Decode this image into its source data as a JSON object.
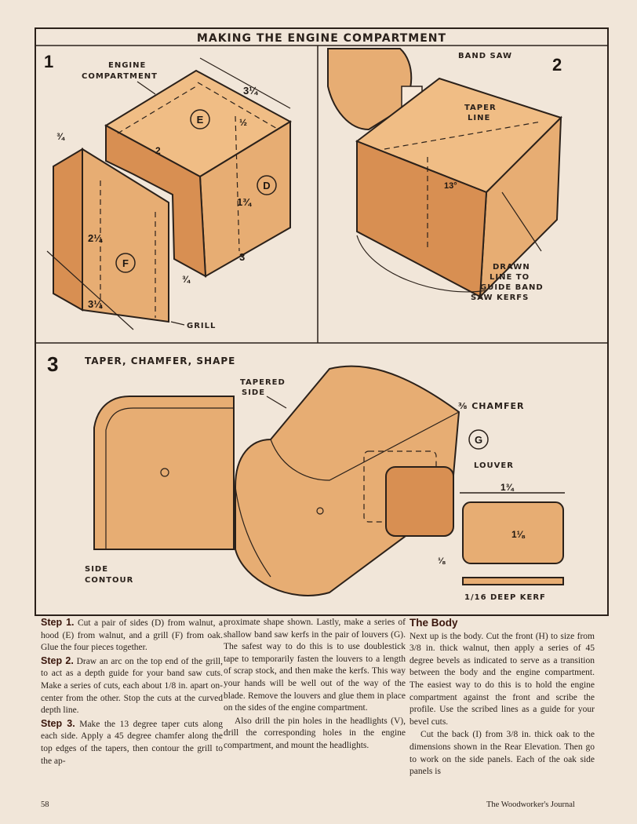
{
  "figure": {
    "title": "MAKING THE ENGINE COMPARTMENT",
    "panel1": {
      "number": "1",
      "labels": {
        "engine": "ENGINE",
        "compartment": "COMPARTMENT",
        "grill": "GRILL"
      },
      "parts": {
        "e": "E",
        "d": "D",
        "f": "F"
      },
      "dims": {
        "d_3_25_top": "3¼",
        "d_half": "½",
        "d_2": "2",
        "d_1_75": "1¾",
        "d_3": "3",
        "d_0_75_bottom": "¾",
        "d_0_75_top": "¾",
        "d_2_25": "2¼",
        "d_3_25_side": "3¼"
      }
    },
    "panel2": {
      "number": "2",
      "labels": {
        "band_saw": "BAND SAW",
        "taper": "TAPER",
        "line": "LINE",
        "angle": "13°",
        "drawn_1": "DRAWN",
        "drawn_2": "LINE TO",
        "drawn_3": "GUIDE BAND",
        "drawn_4": "SAW KERFS"
      }
    },
    "panel3": {
      "number": "3",
      "title": "TAPER, CHAMFER, SHAPE",
      "labels": {
        "tapered_1": "TAPERED",
        "tapered_2": "SIDE",
        "chamfer": "⅜ CHAMFER",
        "part_g": "G",
        "louver": "LOUVER",
        "side_1": "SIDE",
        "side_2": "CONTOUR",
        "w": "1¾",
        "h": "1⅛",
        "t": "⅛",
        "kerf": "1/16 DEEP KERF"
      }
    }
  },
  "article": {
    "col1": {
      "p1_step": "Step 1.",
      "p1": " Cut a pair of sides (D) from walnut, a hood (E) from walnut, and a grill (F) from oak. Glue the four pieces together.",
      "p2_step": "Step 2.",
      "p2": " Draw an arc on the top end of the grill, to act as a depth guide for your band saw cuts. Make a series of cuts, each about 1/8 in. apart on-center from the other. Stop the cuts at the curved depth line.",
      "p3_step": "Step 3.",
      "p3": " Make the 13 degree taper cuts along each side. Apply a 45 degree chamfer along the top edges of the tapers, then contour the grill to the ap-"
    },
    "col2": {
      "p1": "proximate shape shown. Lastly, make a series of shallow band saw kerfs in the pair of louvers (G). The safest way to do this is to use doublestick tape to temporarily fasten the louvers to a length of scrap stock, and then make the kerfs. This way your hands will be well out of the way of the blade. Remove the louvers and glue them in place on the sides of the engine compartment.",
      "p2": "Also drill the pin holes in the headlights (V), drill the corresponding holes in the engine compartment, and mount the headlights."
    },
    "col3": {
      "heading": "The Body",
      "p1": "Next up is the body. Cut the front (H) to size from 3/8 in. thick walnut, then apply a series of 45 degree bevels as indicated to serve as a transition between the body and the engine compartment. The easiest way to do this is to hold the engine compartment against the front and scribe the profile. Use the scribed lines as a guide for your bevel cuts.",
      "p2": "Cut the back (I) from 3/8 in. thick oak to the dimensions shown in the Rear Elevation. Then go to work on the side panels. Each of the oak side panels is"
    }
  },
  "footer": {
    "page": "58",
    "journal": "The Woodworker's Journal"
  }
}
